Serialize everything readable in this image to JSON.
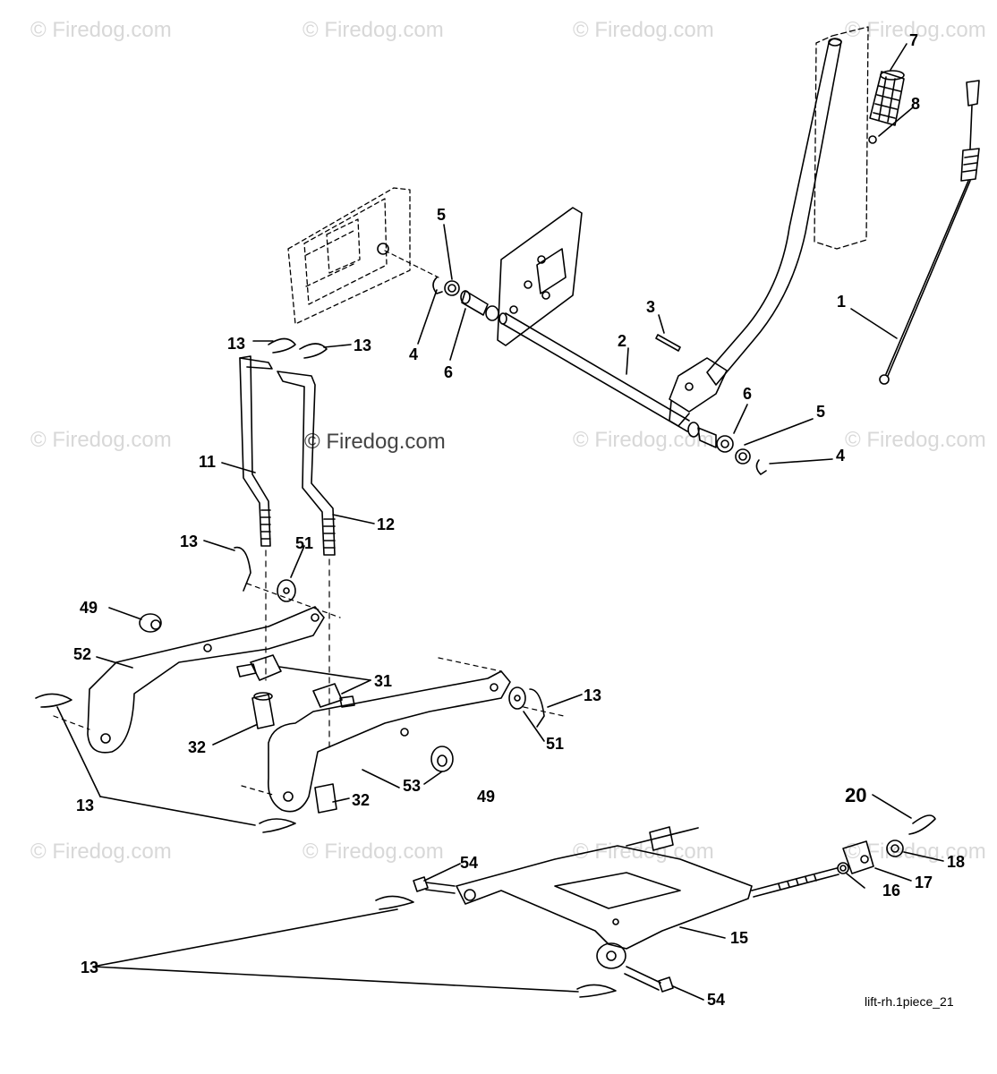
{
  "watermark": "© Firedog.com",
  "center_watermark": "© Firedog.com",
  "reference_code": "lift-rh.1piece_21",
  "callouts": {
    "c1": "1",
    "c2": "2",
    "c3": "3",
    "c4a": "4",
    "c4b": "4",
    "c5a": "5",
    "c5b": "5",
    "c6a": "6",
    "c6b": "6",
    "c7": "7",
    "c8": "8",
    "c11": "11",
    "c12": "12",
    "c13a": "13",
    "c13b": "13",
    "c13c": "13",
    "c13d": "13",
    "c13e": "13",
    "c13f": "13",
    "c15": "15",
    "c16": "16",
    "c17": "17",
    "c18": "18",
    "c20": "20",
    "c31": "31",
    "c32a": "32",
    "c32b": "32",
    "c49a": "49",
    "c49b": "49",
    "c51a": "51",
    "c51b": "51",
    "c52": "52",
    "c53": "53",
    "c54a": "54",
    "c54b": "54"
  }
}
